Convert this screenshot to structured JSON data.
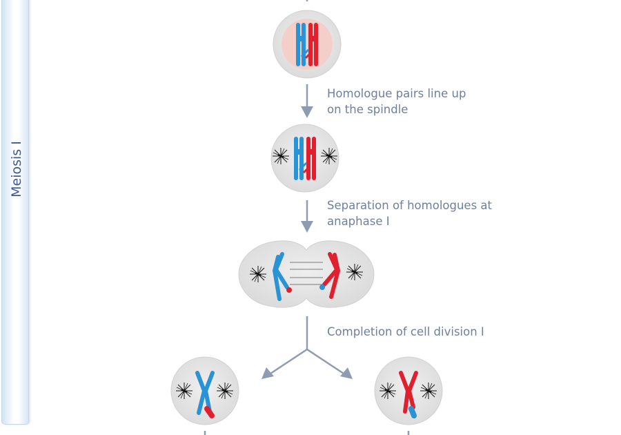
{
  "sidebar": {
    "label": "Meiosis I"
  },
  "steps": [
    {
      "line1": "Homologue pairs line up",
      "line2": "on the spindle"
    },
    {
      "line1": "Separation of homologues at",
      "line2": "anaphase I"
    },
    {
      "line1": "Completion of cell division I"
    }
  ],
  "colors": {
    "blue_chromosome": "#2a93d5",
    "red_chromosome": "#e0202e",
    "cell_fill": "#e7e7e7",
    "nucleus_fill": "#f4cfca",
    "arrow": "#8e9cb1",
    "label_text": "#6e7f9e",
    "sidebar_text": "#3e5a8c"
  }
}
